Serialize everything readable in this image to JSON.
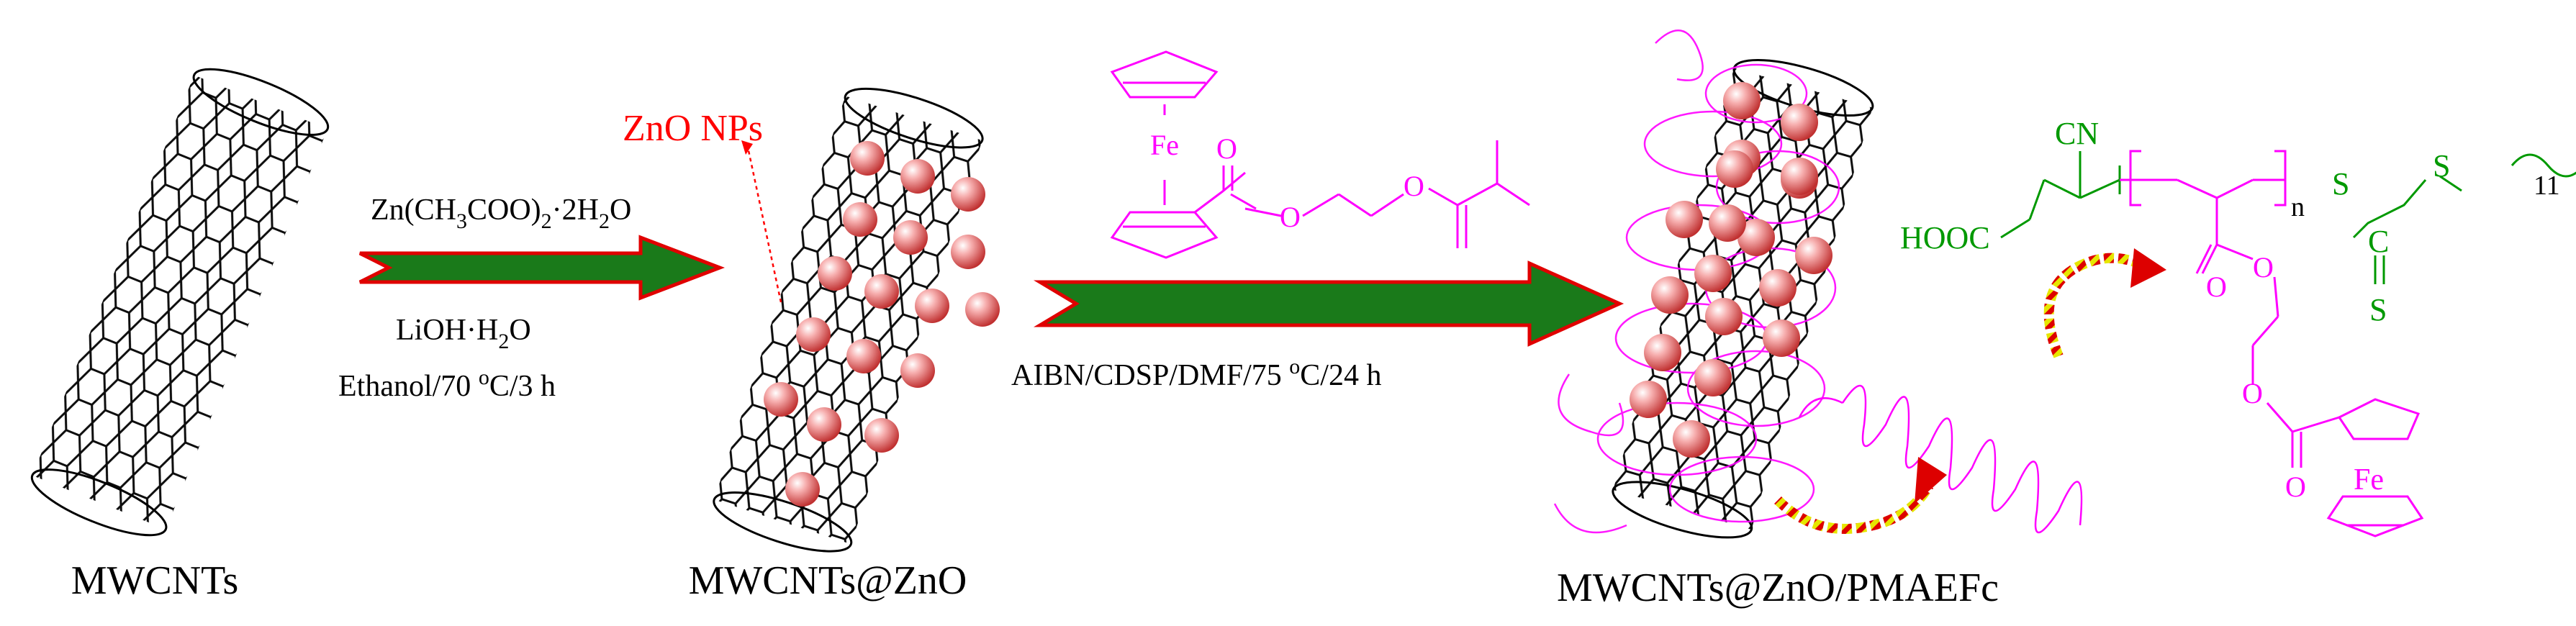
{
  "diagram": {
    "compound_labels": {
      "start": "MWCNTs",
      "middle": "MWCNTs@ZnO",
      "final": "MWCNTs@ZnO/PMAEFc"
    },
    "callout": "ZnO NPs",
    "step1": {
      "reagent_main": "Zn(CH",
      "reagent_sub1": "3",
      "reagent_mid": "COO)",
      "reagent_sub2": "2",
      "reagent_dot": "·2H",
      "reagent_sub3": "2",
      "reagent_end": "O",
      "base_main": "LiOH·H",
      "base_sub": "2",
      "base_end": "O",
      "cond_main": "Ethanol/70 ",
      "cond_sup": "o",
      "cond_end": "C/3 h"
    },
    "step2": {
      "cond_main": "AIBN/CDSP/DMF/75 ",
      "cond_sup": "o",
      "cond_end": "C/24 h"
    },
    "monomer": {
      "fe": "Fe",
      "o1": "O",
      "o2": "O",
      "o3": "O"
    },
    "polymer": {
      "hooc": "HOOC",
      "cn": "CN",
      "n": "n",
      "s1": "S",
      "c": "C",
      "s2": "S",
      "s3": "S",
      "eleven": "11",
      "o1": "O",
      "o2": "O",
      "o3": "O",
      "o4": "O",
      "fe": "Fe"
    },
    "colors": {
      "arrow_fill": "#1a7a1a",
      "arrow_edge": "#e00000",
      "magenta": "#ff00ff",
      "green_text": "#009900",
      "callout_red": "#ff0000",
      "particle": "#e57373"
    }
  }
}
